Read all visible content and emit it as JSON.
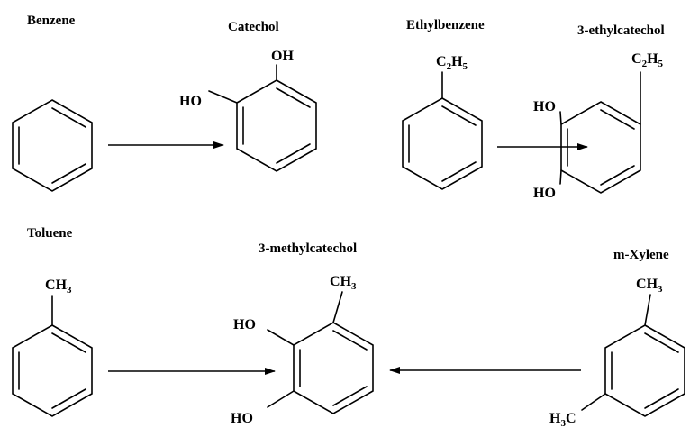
{
  "colors": {
    "ink": "#000000",
    "background": "#ffffff"
  },
  "labels": {
    "benzene": "Benzene",
    "catechol": "Catechol",
    "ethylbenzene": "Ethylbenzene",
    "ethylcatechol": "3-ethylcatechol",
    "toluene": "Toluene",
    "methylcatechol": "3-methylcatechol",
    "xylene": "m-Xylene"
  },
  "groups": {
    "oh": "OH",
    "ho": "HO",
    "c": "C",
    "h": "H",
    "two": "2",
    "three": "3",
    "five": "5"
  }
}
